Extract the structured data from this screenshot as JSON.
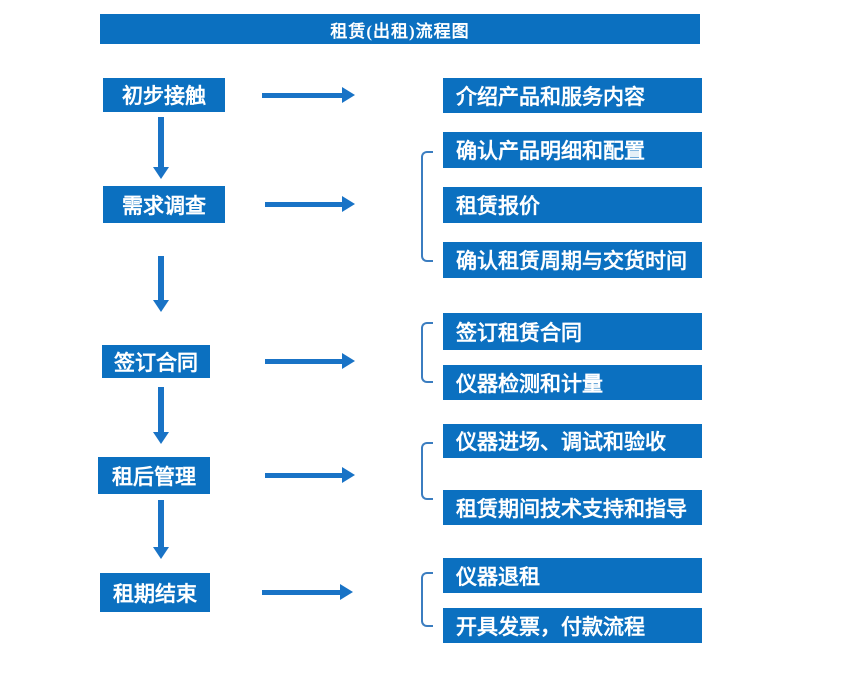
{
  "title": "租赁(出租)流程图",
  "colors": {
    "primary_blue": "#0b70c0",
    "arrow_blue": "#1973c6",
    "bracket_blue": "#3b7dc0",
    "text_white": "#ffffff",
    "page_bg": "#ffffff"
  },
  "steps": [
    {
      "label": "初步接触",
      "outputs": [
        "介绍产品和服务内容"
      ]
    },
    {
      "label": "需求调查",
      "outputs": [
        "确认产品明细和配置",
        "租赁报价",
        "确认租赁周期与交货时间"
      ]
    },
    {
      "label": "签订合同",
      "outputs": [
        "签订租赁合同",
        "仪器检测和计量"
      ]
    },
    {
      "label": "租后管理",
      "outputs": [
        "仪器进场、调试和验收",
        "租赁期间技术支持和指导"
      ]
    },
    {
      "label": "租期结束",
      "outputs": [
        "仪器退租",
        "开具发票，付款流程"
      ]
    }
  ]
}
